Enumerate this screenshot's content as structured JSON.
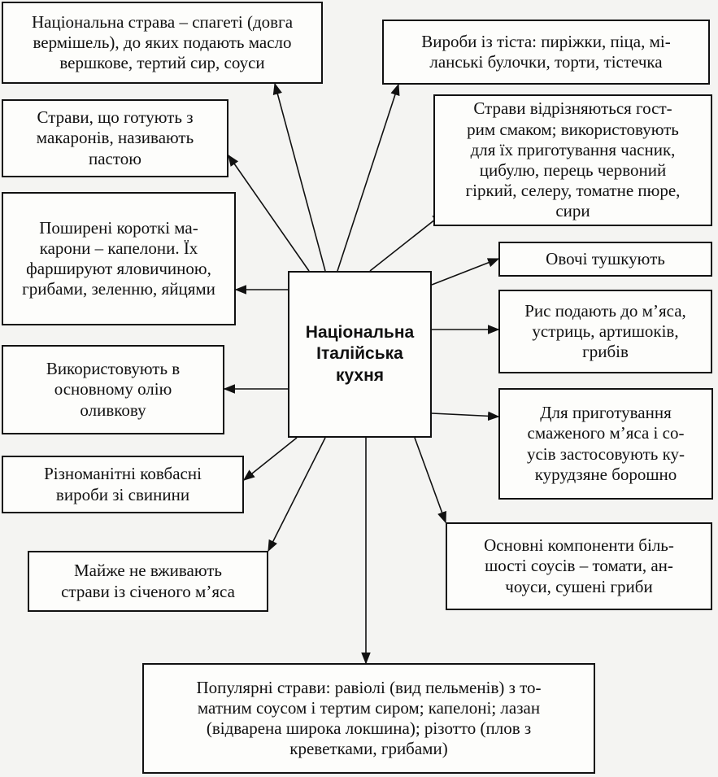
{
  "center": {
    "label": "Національна\nІталійська\nкухня"
  },
  "boxes": {
    "spaghetti": "Національна страва – спагеті (довга\nвермішель), до яких подають масло\nвершкове, тертий сир, соуси",
    "dough": "Вироби із тіста: пиріжки, піца, мі-\nланські булочки, торти, тістечка",
    "pasta": "Страви, що готують з\nмакаронів, називають\nпастою",
    "spicy": "Страви відрізняються гост-\nрим смаком; використовують\nдля їх приготування часник,\nцибулю, перець червоний\nгіркий, селеру, томатне пюре,\nсири",
    "capelloni": "Поширені короткі ма-\nкарони – капелони. Їх\nфаршируют яловичиною, грибами, зеленню, яйцями",
    "vegetables": "Овочі тушкують",
    "rice": "Рис подають до м’яса,\nустриць, артишоків,\nгрибів",
    "olive_oil": "Використовують в\nосновному олію\nоливкову",
    "corn_flour": "Для приготування\nсмаженого м’яса і со-\nусів застосовують ку-\nкурудзяне борошно",
    "sausages": "Різноманітні ковбасні\nвироби зі свинини",
    "sauces": "Основні компоненти біль-\nшості соусів – томати, ан-\nчоуси, сушені гриби",
    "minced_meat": "Майже не вживають\nстрави із січеного м’яса",
    "popular": "Популярні страви: равіолі (вид пельменів) з то-\nматним соусом і тертим сиром; капелоні; лазан\n(відварена широка локшина); різотто (плов з\nкреветками, грибами)"
  }
}
